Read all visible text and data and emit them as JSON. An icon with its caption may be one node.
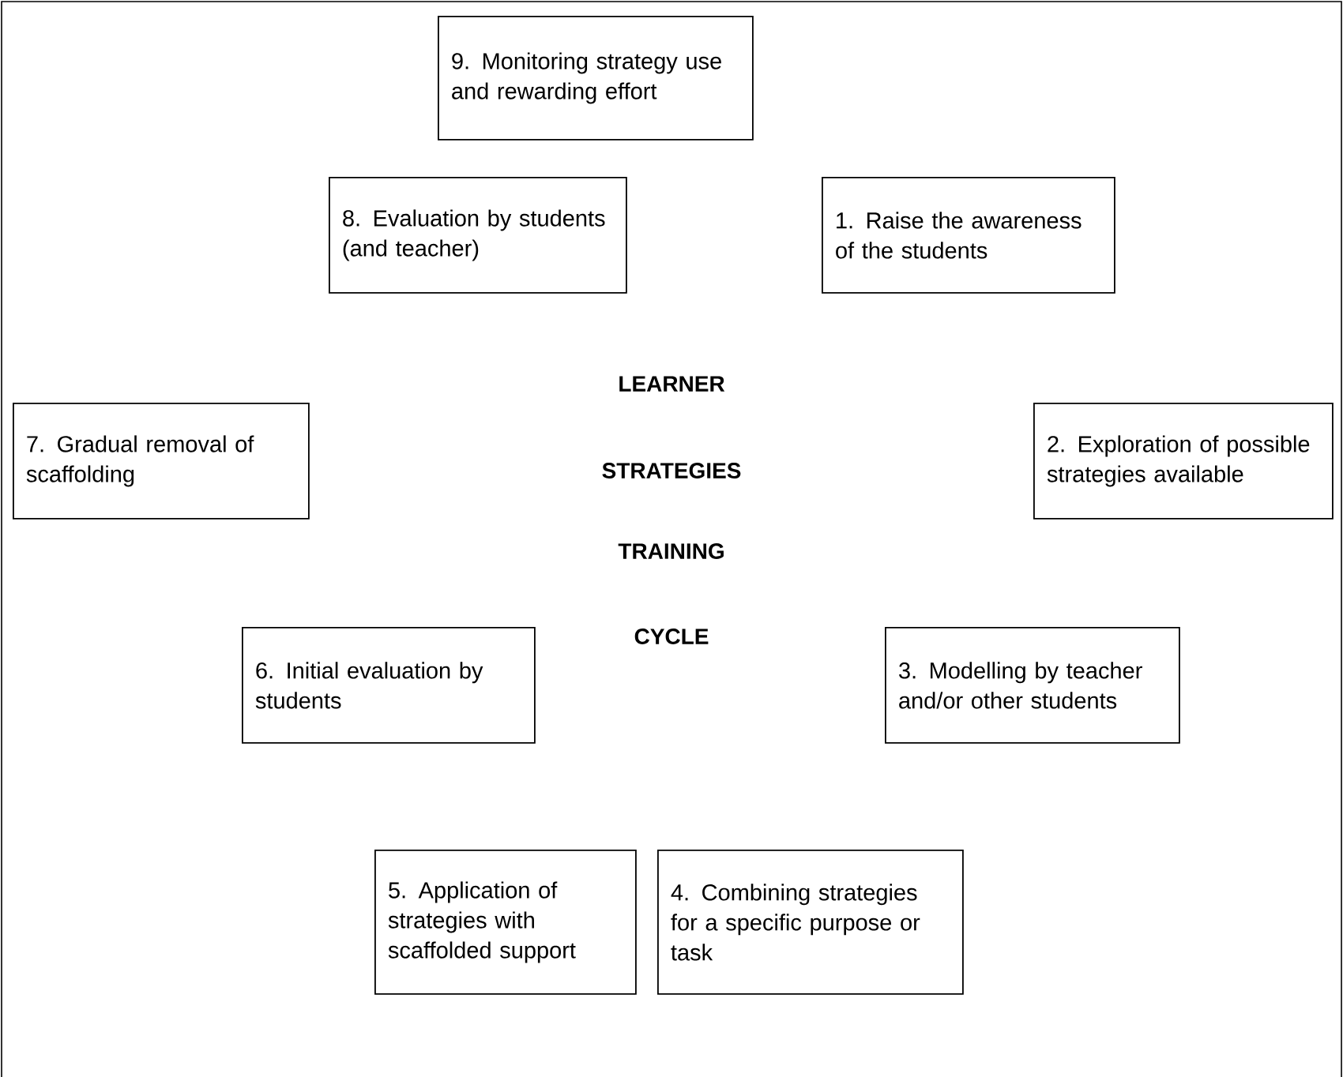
{
  "diagram": {
    "nodes": [
      {
        "text": [
          "9. Monitoring strategy use and rewarding effort"
        ]
      },
      {
        "text": [
          "8. Evaluation by students (and teacher)"
        ]
      },
      {
        "text": [
          "1. Raise the awareness of the students"
        ]
      },
      {
        "text": [
          "7. Gradual removal of scaffolding"
        ]
      },
      {
        "text": [
          "2. Exploration of possible strategies available"
        ]
      },
      {
        "text": [
          "6. Initial evaluation by students"
        ]
      },
      {
        "text": [
          "3. Modelling by teacher and/or other students"
        ]
      },
      {
        "text": [
          "5. Application of strategies with scaffolded support"
        ]
      },
      {
        "text": [
          "4. Combining strategies for a specific purpose or task"
        ]
      }
    ],
    "labels": [
      "LEARNER",
      "STRATEGIES",
      "TRAINING",
      "CYCLE"
    ]
  }
}
